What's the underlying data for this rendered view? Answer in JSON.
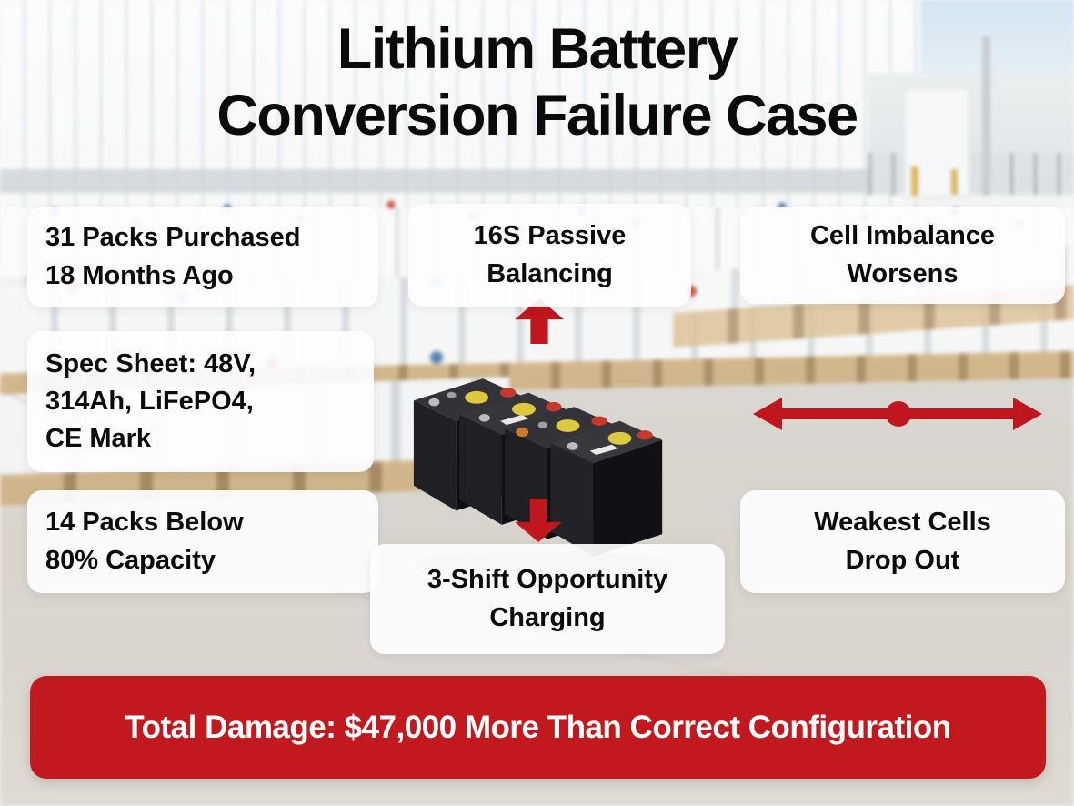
{
  "title": {
    "text": "Lithium Battery\nConversion Failure Case"
  },
  "cards": {
    "packs_purchased": {
      "text": "31 Packs Purchased\n18 Months Ago"
    },
    "passive_balancing": {
      "text": "16S Passive\nBalancing"
    },
    "cell_imbalance": {
      "text": "Cell Imbalance\nWorsens"
    },
    "spec_sheet": {
      "text": "Spec Sheet: 48V,\n314Ah, LiFePO4,\nCE Mark"
    },
    "packs_below_capacity": {
      "text": "14 Packs Below\n80% Capacity"
    },
    "opportunity_charging": {
      "text": "3-Shift Opportunity\nCharging"
    },
    "weakest_cells": {
      "text": "Weakest Cells\nDrop Out"
    }
  },
  "banner": {
    "text": "Total Damage: $47,000 More Than Correct Configuration"
  },
  "icons": {
    "up_arrow": "▲",
    "down_arrow": "▼",
    "left_right_arrow": "↔",
    "pivot_dot": "●",
    "battery_pack_illustration": "battery-packs"
  },
  "colors": {
    "accent_red": "#C11B21",
    "banner_red": "#C2191F",
    "banner_text": "#FFFFFF",
    "card_text": "#0B0B0C",
    "card_background": "rgba(253,253,254,0.93)"
  }
}
